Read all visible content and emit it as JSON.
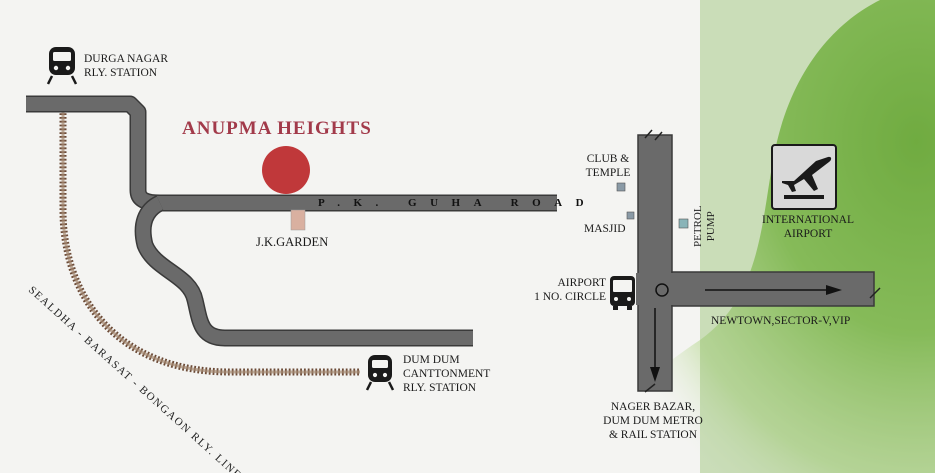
{
  "project_name": "ANUPMA HEIGHTS",
  "roads": {
    "pk_guha_road": "P.K. GUHA ROAD"
  },
  "rail_line_label": "SEALDHA - BARASAT - BONGAON RLY. LINE",
  "landmarks": {
    "durga_nagar": {
      "line1": "DURGA NAGAR",
      "line2": "RLY. STATION"
    },
    "jk_garden": "J.K.GARDEN",
    "dum_dum": {
      "line1": "DUM DUM",
      "line2": "CANTTONMENT",
      "line3": "RLY. STATION"
    },
    "club_temple": {
      "line1": "CLUB &",
      "line2": "TEMPLE"
    },
    "masjid": "MASJID",
    "petrol_pump": {
      "line1": "PETROL",
      "line2": "PUMP"
    },
    "airport_circle": {
      "line1": "AIRPORT",
      "line2": "1 NO. CIRCLE"
    },
    "international_airport": {
      "line1": "INTERNATIONAL",
      "line2": "AIRPORT"
    },
    "newtown": "NEWTOWN,SECTOR-V,VIP",
    "nager_bazar": {
      "line1": "NAGER BAZAR,",
      "line2": "DUM DUM METRO",
      "line3": "& RAIL STATION"
    }
  },
  "icons": [
    "train-icon",
    "bus-icon",
    "airplane-icon"
  ],
  "colors": {
    "road": "#5f5f5f",
    "road_edge": "#3a3a3a",
    "rail": "#8a6a55",
    "project_marker": "#c0383a",
    "title": "#a23a4a",
    "grass": "#7cb24c",
    "background": "#f4f4f2"
  }
}
